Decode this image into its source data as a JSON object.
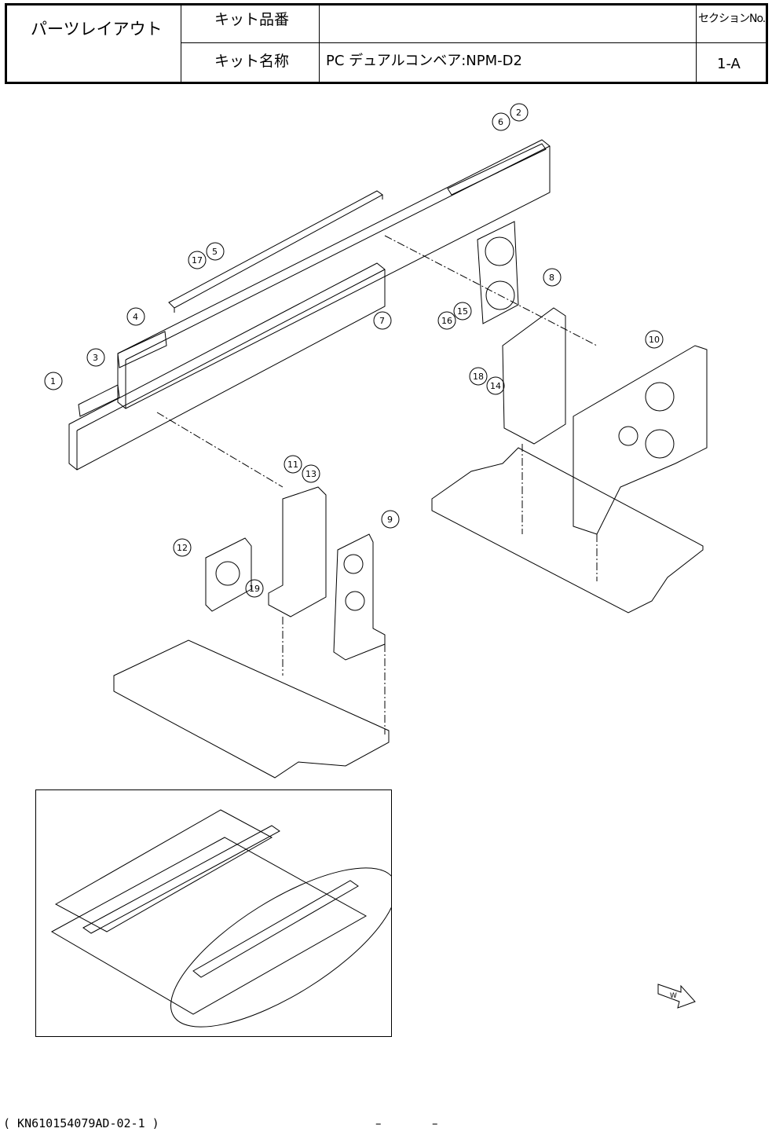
{
  "title_block": {
    "title": "パーツレイアウト",
    "kit_number_label": "キット品番",
    "kit_number_value": "",
    "kit_name_label": "キット名称",
    "kit_name_value": "PC デュアルコンベア:NPM-D2",
    "section_label": "セクションNo.",
    "section_value": "1-A"
  },
  "callouts": [
    "1",
    "2",
    "3",
    "4",
    "5",
    "6",
    "7",
    "8",
    "9",
    "10",
    "11",
    "12",
    "13",
    "14",
    "15",
    "16",
    "17",
    "18",
    "19"
  ],
  "arrow_label": "W",
  "footer": {
    "document_code": "( KN610154079AD-02-1 )",
    "page_dash_left": "–",
    "page_dash_right": "–"
  }
}
